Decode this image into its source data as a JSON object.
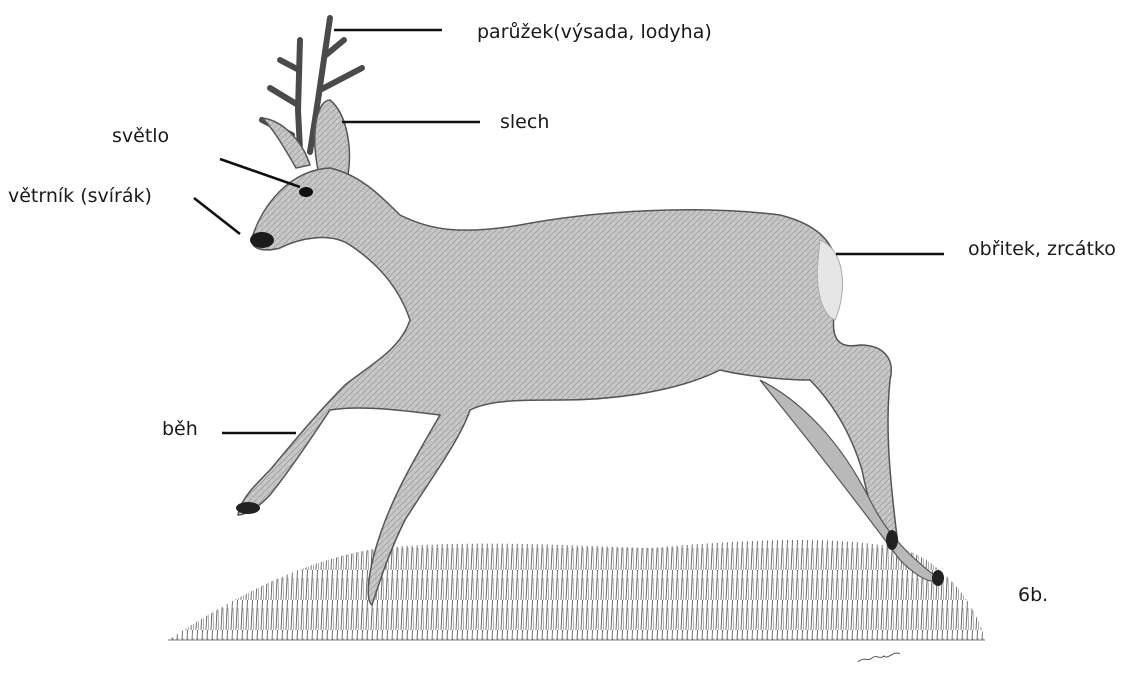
{
  "labels": {
    "antler_tine": "parůžek(výsada, lodyha)",
    "ear": "slech",
    "eye": "světlo",
    "nose": "větrník (svírák)",
    "rump_patch": "obřitek, zrcátko",
    "leg": "běh",
    "figure_number": "6b."
  },
  "colors": {
    "ink": "#1a1a1a",
    "line": "#111111",
    "fur": "#8a8a8a",
    "grass": "#6f6f6f"
  }
}
